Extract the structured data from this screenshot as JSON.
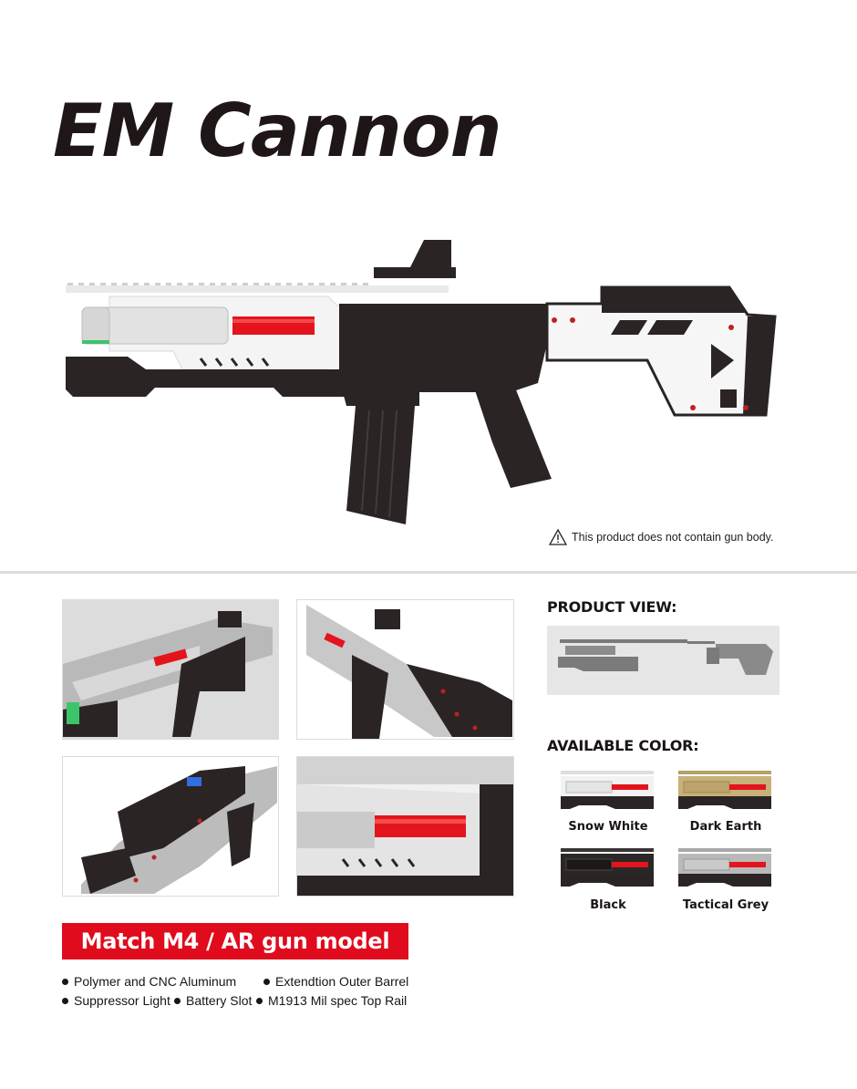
{
  "header": {
    "title": "EM Cannon"
  },
  "hero": {
    "image_alt": "EM Cannon kit mounted on M4 rifle, side view (Snow White)",
    "disclaimer_icon": "warning-triangle-icon",
    "disclaimer": "This product does not contain gun body."
  },
  "gallery": {
    "photos": [
      {
        "alt": "Front three-quarter view with suppressor light"
      },
      {
        "alt": "Rear three-quarter view with red-dot sight"
      },
      {
        "alt": "Close-up of stock with battery indicator"
      },
      {
        "alt": "Close-up of red barrel through handguard"
      }
    ]
  },
  "product_view": {
    "heading": "PRODUCT VIEW:",
    "image_alt": "Disassembled kit parts"
  },
  "available_color": {
    "heading": "AVAILABLE COLOR:",
    "options": [
      {
        "label": "Snow White",
        "color": "#f2f2f2"
      },
      {
        "label": "Dark Earth",
        "color": "#c7b07a"
      },
      {
        "label": "Black",
        "color": "#2b2727"
      },
      {
        "label": "Tactical Grey",
        "color": "#b9b9b9"
      }
    ]
  },
  "banner": {
    "text": "Match M4 / AR gun model",
    "color": "#e00b1c"
  },
  "features": [
    "Polymer and CNC Aluminum",
    "Extendtion Outer Barrel",
    "Suppressor Light",
    "Battery Slot",
    "M1913 Mil spec Top Rail"
  ],
  "colors": {
    "gun_dark": "#2b2424",
    "barrel_red": "#e3141c",
    "light_green": "#3cc46a"
  }
}
